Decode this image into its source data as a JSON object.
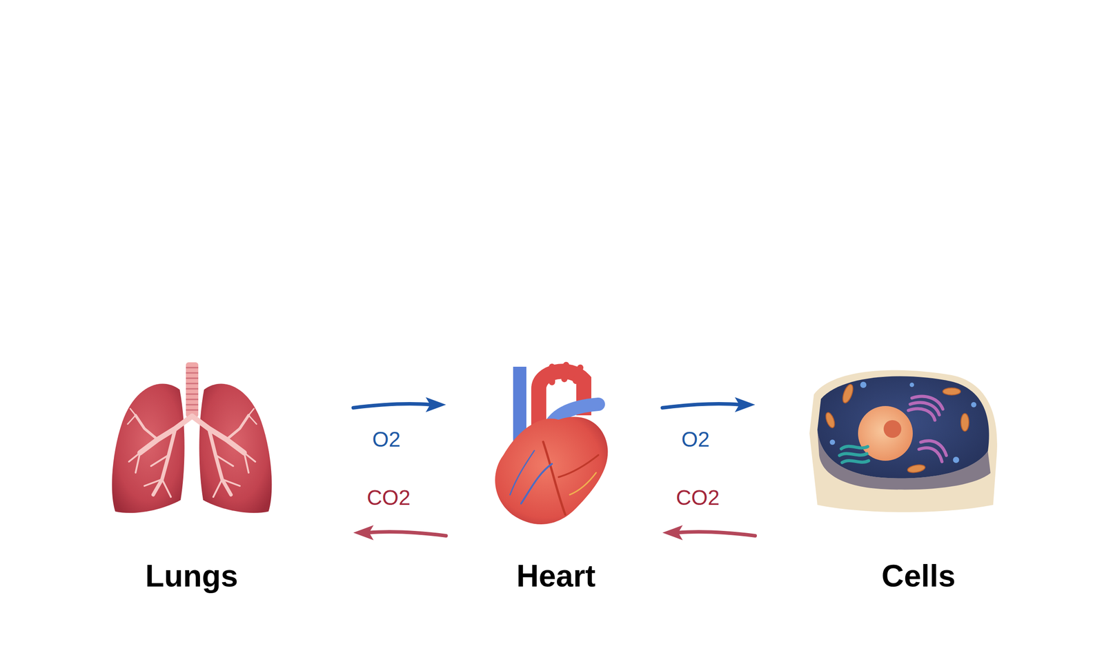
{
  "diagram": {
    "nodes": [
      {
        "text": [
          "Lungs"
        ]
      },
      {
        "text": [
          "Heart"
        ]
      },
      {
        "text": [
          "Cells"
        ]
      }
    ],
    "edges": [
      {
        "from": 0,
        "to": 1,
        "arrow": "to",
        "label": "O2"
      },
      {
        "from": 1,
        "to": 0,
        "arrow": "to",
        "label": "CO2"
      },
      {
        "from": 1,
        "to": 2,
        "arrow": "to",
        "label": "O2"
      },
      {
        "from": 2,
        "to": 1,
        "arrow": "to",
        "label": "CO2"
      }
    ]
  }
}
